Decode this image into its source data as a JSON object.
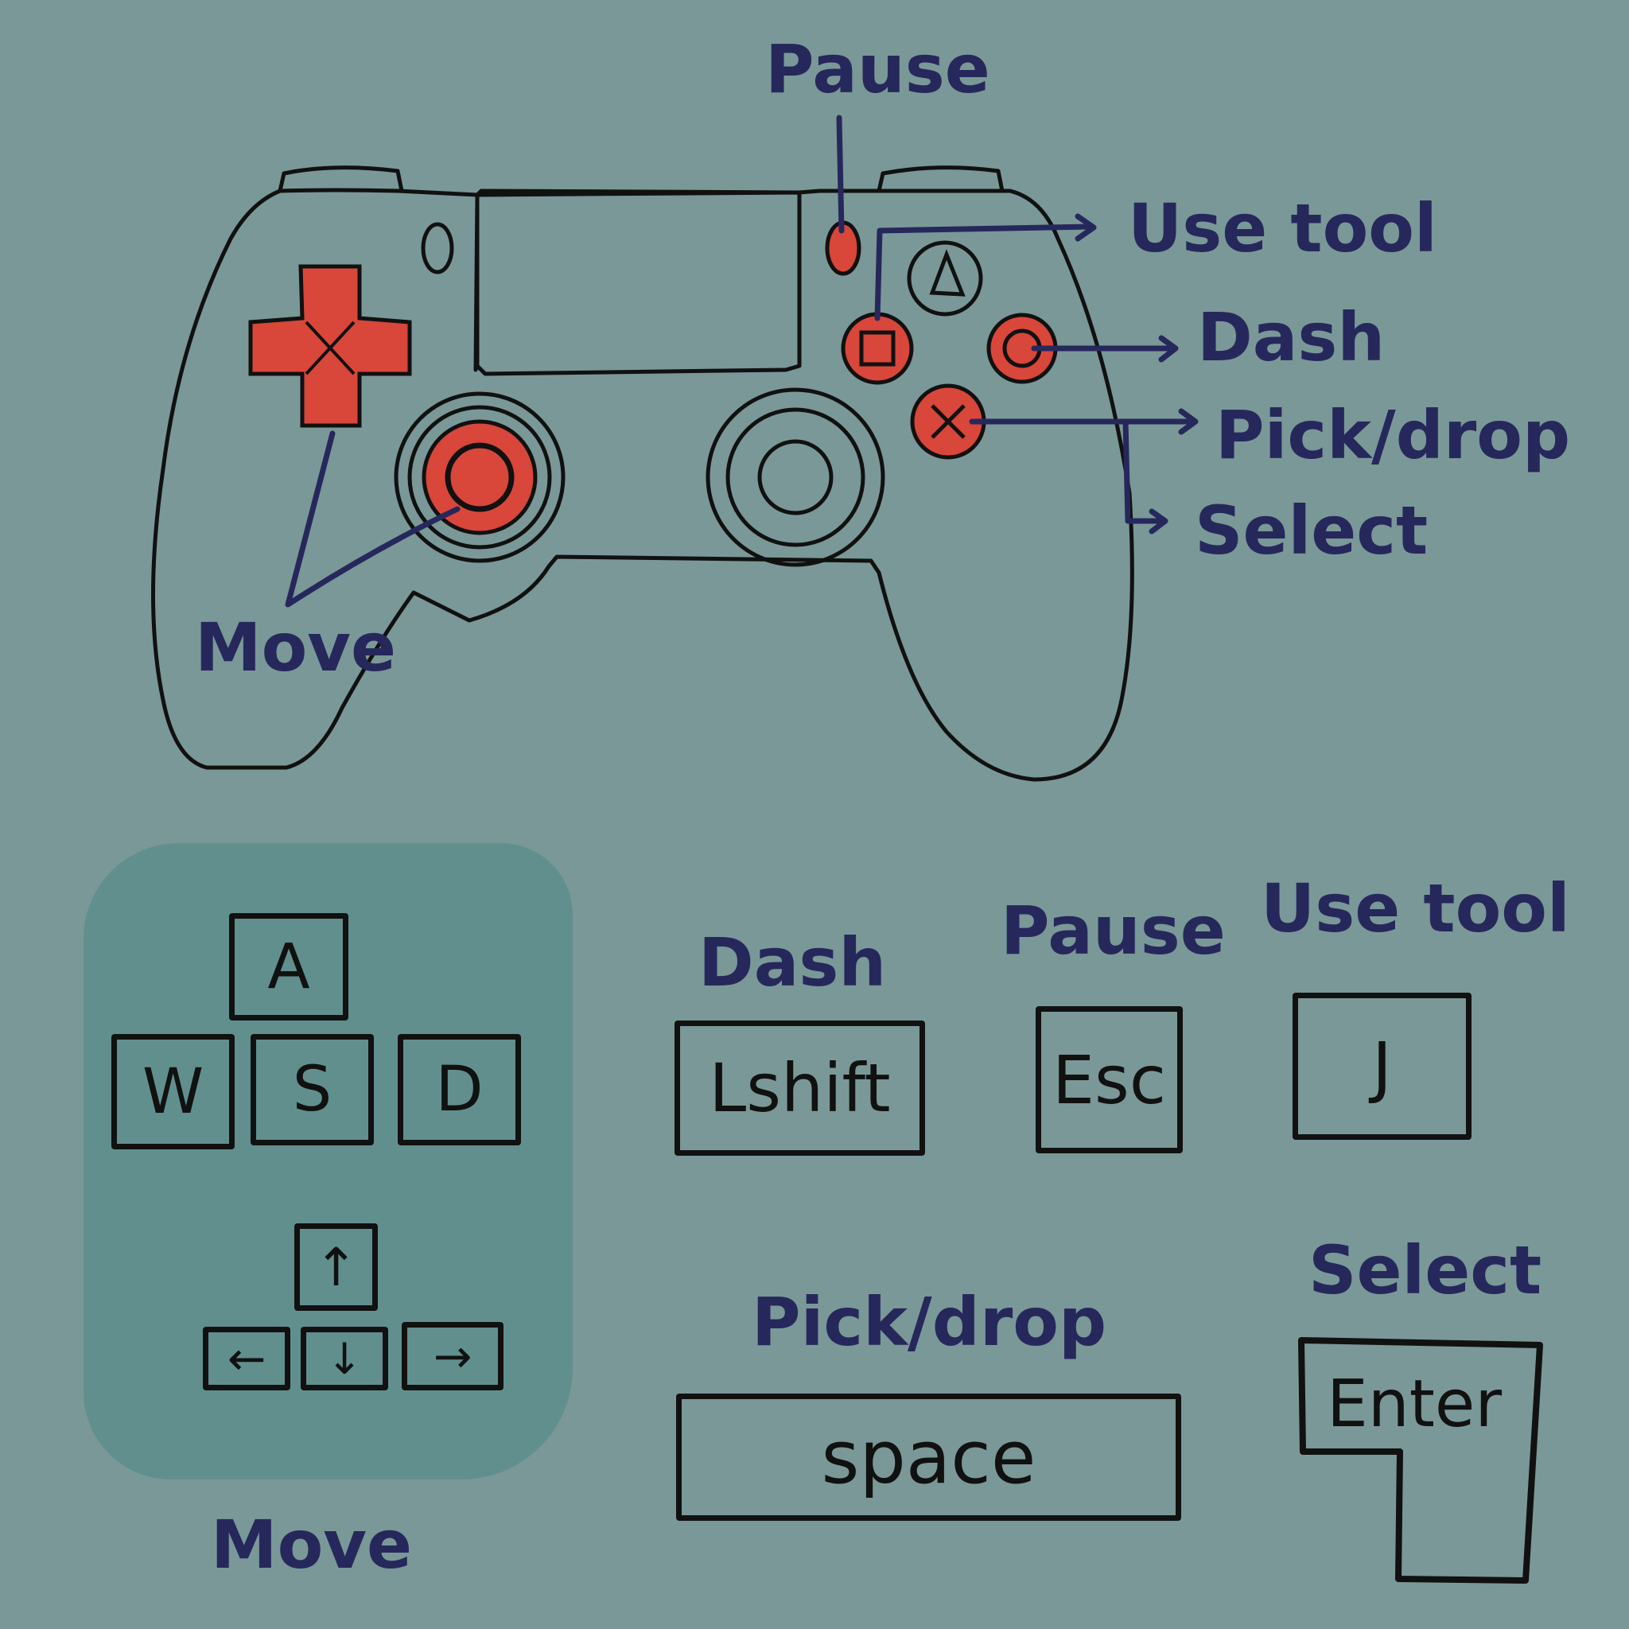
{
  "colors": {
    "background": "#7a9897",
    "panel": "#618f8e",
    "label": "#26285c",
    "highlight": "#d9463a",
    "outline": "#111111"
  },
  "gamepad": {
    "labels": {
      "pause": "Pause",
      "use_tool": "Use tool",
      "dash": "Dash",
      "pick_drop": "Pick/drop",
      "select": "Select",
      "move": "Move"
    },
    "icons": [
      "dpad-icon",
      "left-stick-icon",
      "right-stick-icon",
      "triangle-button-icon",
      "square-button-icon",
      "circle-button-icon",
      "cross-button-icon",
      "options-button-icon",
      "share-button-icon",
      "touchpad-icon"
    ]
  },
  "keyboard": {
    "move_label": "Move",
    "wasd": {
      "top": "A",
      "left": "W",
      "middle": "S",
      "right": "D"
    },
    "arrows": {
      "up": "↑",
      "left": "←",
      "down": "↓",
      "right": "→"
    },
    "dash": {
      "label": "Dash",
      "key": "Lshift"
    },
    "pause": {
      "label": "Pause",
      "key": "Esc"
    },
    "use_tool": {
      "label": "Use tool",
      "key": "J"
    },
    "pick_drop": {
      "label": "Pick/drop",
      "key": "space"
    },
    "select": {
      "label": "Select",
      "key": "Enter"
    }
  }
}
